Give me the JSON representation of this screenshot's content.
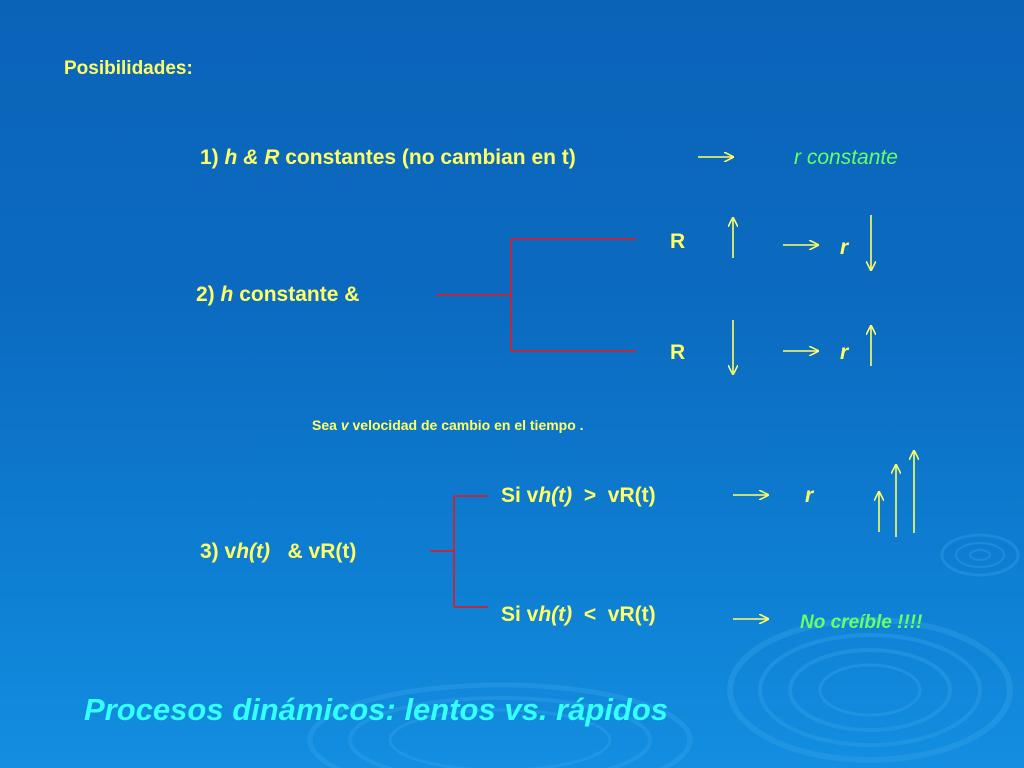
{
  "heading": "Posibilidades:",
  "case1": {
    "num": "1)",
    "h": "h",
    "amp": "&",
    "R": "R",
    "rest": "constantes (no cambian en t)",
    "result_r": "r",
    "result_text": "constante"
  },
  "case2": {
    "num": "2)",
    "h": "h",
    "rest": "constante  &",
    "branch_top_label": "R",
    "branch_top_result": "r",
    "branch_bottom_label": "R",
    "branch_bottom_result": "r"
  },
  "note": {
    "prefix": "Sea",
    "v": "v",
    "rest": "velocidad de cambio en el tiempo ."
  },
  "case3": {
    "num": "3) v",
    "h": "h(t)",
    "rest": "&  vR(t)",
    "top_si": "Si  v",
    "top_h": "h(t)",
    "top_op": ">",
    "top_vr": "vR(t)",
    "top_result": "r",
    "bottom_si": "Si  v",
    "bottom_h": "h(t)",
    "bottom_op": "<",
    "bottom_vr": "vR(t)",
    "bottom_result": "No creíble  !!!!"
  },
  "title": "Procesos  dinámicos:  lentos   vs.   rápidos",
  "colors": {
    "text_main": "#ffff66",
    "text_green": "#66ff66",
    "title": "#33ffff",
    "bracket": "#cc2233",
    "arrow": "#ffff66"
  }
}
